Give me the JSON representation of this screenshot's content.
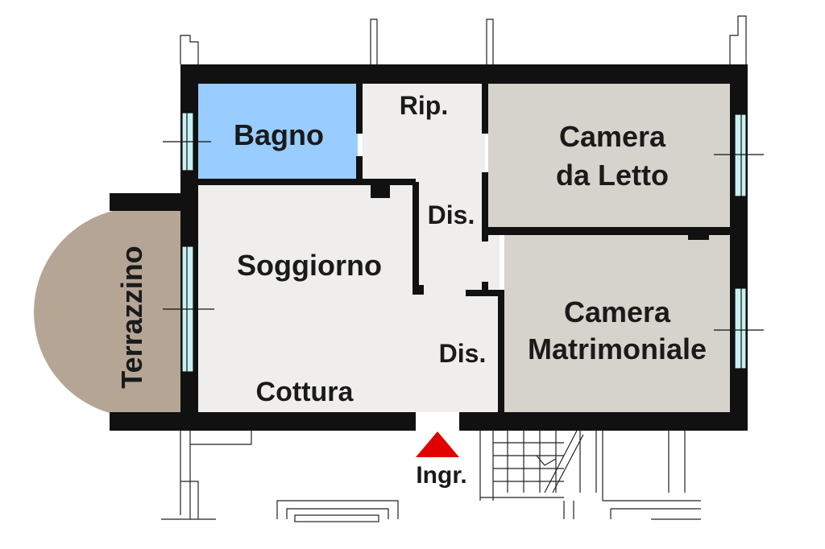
{
  "rooms": {
    "bagno": "Bagno",
    "ripostiglio": "Rip.",
    "disimpegno_top": "Dis.",
    "disimpegno_bottom": "Dis.",
    "camera_letto_line1": "Camera",
    "camera_letto_line2": "da Letto",
    "soggiorno": "Soggiorno",
    "cottura": "Cottura",
    "camera_matrimoniale_line1": "Camera",
    "camera_matrimoniale_line2": "Matrimoniale",
    "terrazzino": "Terrazzino"
  },
  "entrance": {
    "label": "Ingr."
  },
  "colors": {
    "wall": "#111111",
    "bagno": "#99ccff",
    "camere": "#d5d3cc",
    "living": "#efeeec",
    "terrazzino": "#b4a595",
    "window": "#c8f0f0",
    "entrance_arrow": "#e00000"
  }
}
